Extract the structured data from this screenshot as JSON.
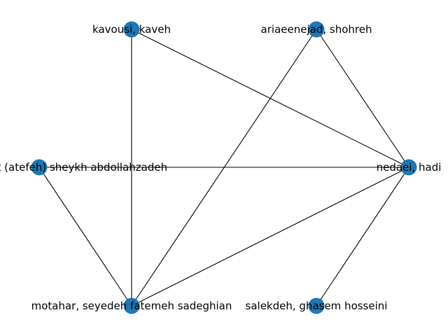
{
  "graph": {
    "node_color": "#1f77b4",
    "edge_color": "#000000",
    "nodes": [
      {
        "id": "kavousi",
        "label": "kavousi, kaveh"
      },
      {
        "id": "ariaeenejad",
        "label": "ariaeenejad, shohreh"
      },
      {
        "id": "abdollahzadeh",
        "label": "motahareh sadat (atefeh) sheykh abdollahzadeh"
      },
      {
        "id": "nedaei",
        "label": "nedaei, hadi"
      },
      {
        "id": "motahar",
        "label": "motahar, seyedeh fatemeh sadeghian"
      },
      {
        "id": "salekdeh",
        "label": "salekdeh, ghasem hosseini"
      }
    ],
    "edges": [
      {
        "source": "kavousi",
        "target": "nedaei"
      },
      {
        "source": "kavousi",
        "target": "motahar"
      },
      {
        "source": "ariaeenejad",
        "target": "nedaei"
      },
      {
        "source": "ariaeenejad",
        "target": "motahar"
      },
      {
        "source": "abdollahzadeh",
        "target": "nedaei"
      },
      {
        "source": "abdollahzadeh",
        "target": "motahar"
      },
      {
        "source": "nedaei",
        "target": "motahar"
      },
      {
        "source": "nedaei",
        "target": "salekdeh"
      }
    ]
  }
}
